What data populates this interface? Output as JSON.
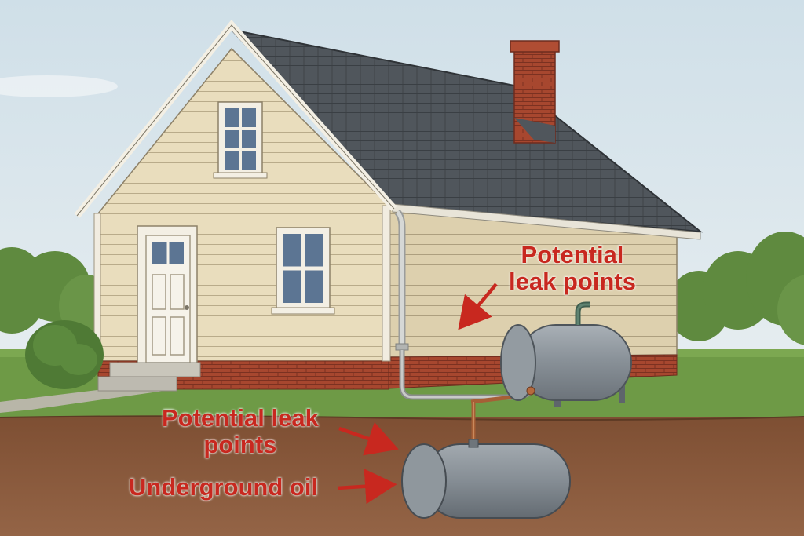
{
  "labels": {
    "upper_leak": {
      "line1": "Potential",
      "line2": "leak points"
    },
    "lower_leak": {
      "line1": "Potential leak",
      "line2": "points"
    },
    "underground_tank": "Underground oil"
  },
  "colors": {
    "label_red": "#c8281f",
    "sky": "#dde8ee",
    "grass": "#6f9a47",
    "soil": "#8b5a3c",
    "siding": "#e8dcbc",
    "roof": "#4a5056",
    "brick": "#a8472f",
    "tank": "#8d959c",
    "pipe": "#b56a3e"
  },
  "icons": [
    "house-illustration",
    "chimney",
    "downspout",
    "aboveground-oil-tank",
    "underground-oil-tank",
    "feed-pipe",
    "shrub",
    "arrow-upper-leak",
    "arrow-lower-leak",
    "arrow-underground-tank"
  ]
}
